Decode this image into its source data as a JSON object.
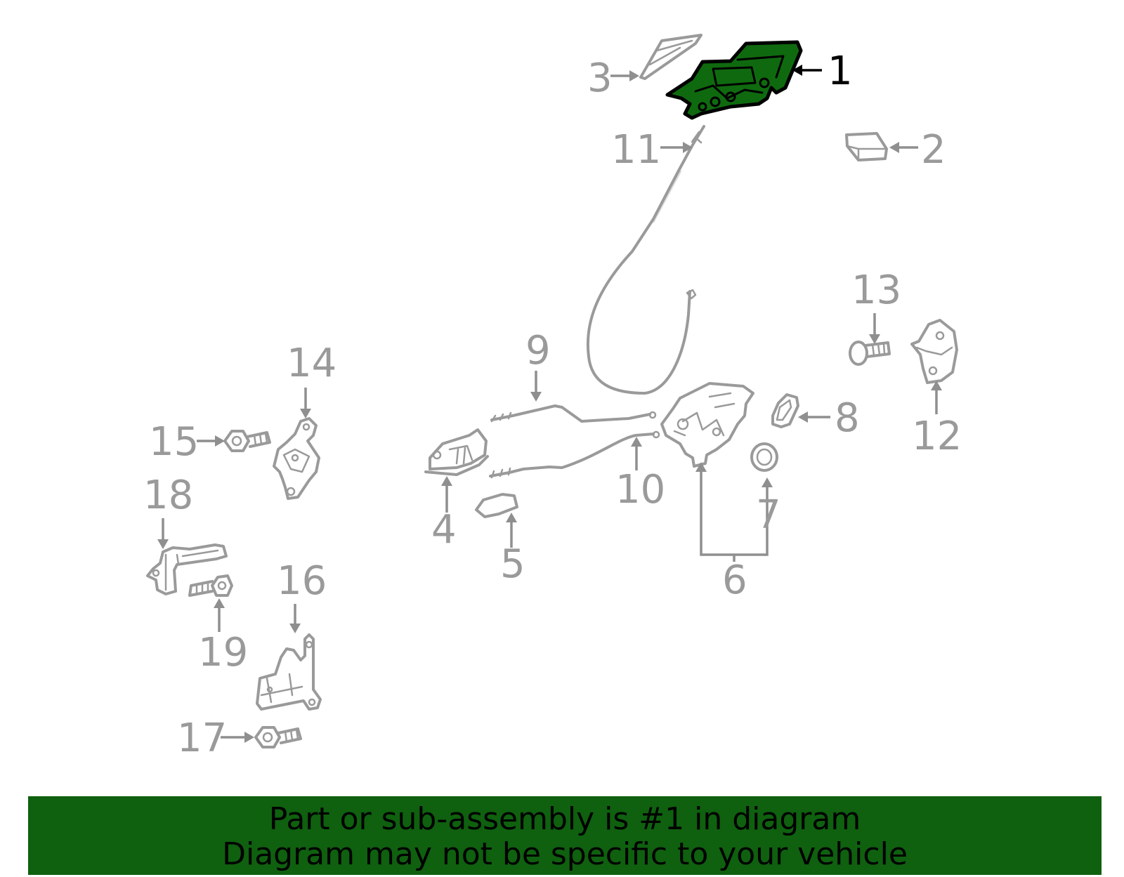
{
  "callouts": {
    "c1": "1",
    "c2": "2",
    "c3": "3",
    "c4": "4",
    "c5": "5",
    "c6": "6",
    "c7": "7",
    "c8": "8",
    "c9": "9",
    "c10": "10",
    "c11": "11",
    "c12": "12",
    "c13": "13",
    "c14": "14",
    "c15": "15",
    "c16": "16",
    "c17": "17",
    "c18": "18",
    "c19": "19"
  },
  "banner": {
    "line1": "Part or sub-assembly is #1 in diagram",
    "line2": "Diagram may not be specific to your vehicle"
  },
  "colors": {
    "highlight": "#0f6a0f",
    "banner": "#0f600f",
    "part_outline": "#9a9a9a"
  }
}
